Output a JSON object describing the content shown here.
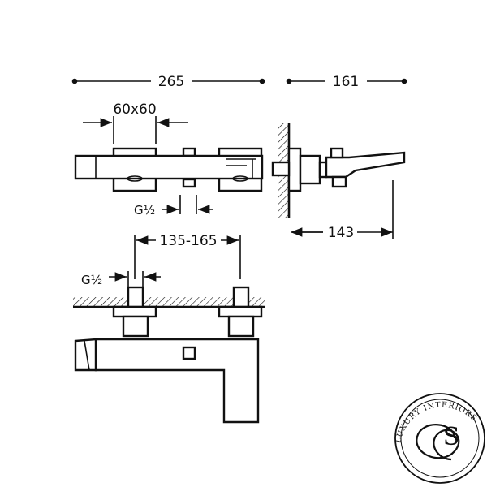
{
  "dimensions": {
    "overall_width": "265",
    "overall_depth": "161",
    "escutcheon": "60x60",
    "side_connection": "G½",
    "spout_projection": "143",
    "center_range": "135-165",
    "bottom_connection": "G½"
  },
  "logo": {
    "brand": "LUXURY INTERIORS",
    "monogram": "S"
  }
}
